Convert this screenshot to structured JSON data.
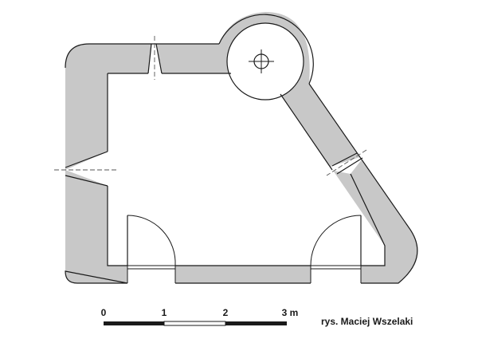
{
  "colors": {
    "wall_fill": "#c8c8c8",
    "line": "#1a1a1a",
    "axis_dash": "#555555",
    "background": "#ffffff"
  },
  "scale_bar": {
    "ticks": [
      {
        "label": "0"
      },
      {
        "label": "1"
      },
      {
        "label": "2"
      },
      {
        "label": "3 m"
      }
    ]
  },
  "credit": "rys. Maciej Wszelaki",
  "features": {
    "doors": 2,
    "arrow_slits": 3,
    "round_turret": 1
  }
}
